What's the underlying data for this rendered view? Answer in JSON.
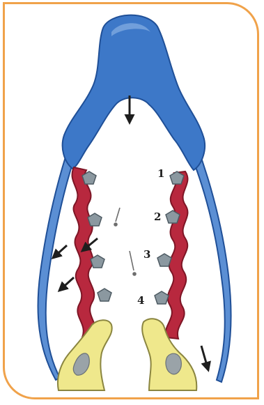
{
  "labels": [
    "1",
    "2",
    "3",
    "4"
  ],
  "colors": {
    "frame_border": "#f0a24a",
    "shell_blue": "#3d78c8",
    "shell_dark": "#1f4f97",
    "tissue_red": "#b8283e",
    "tissue_dark": "#7d1525",
    "bone_yellow": "#efe88c",
    "bone_outline": "#8a8540",
    "stud_gray": "#8b98a0",
    "arrow": "#1e1e1e"
  },
  "icons": [
    "arrow-down-icon",
    "arrow-down-left-icon",
    "arrow-down-right-icon"
  ]
}
